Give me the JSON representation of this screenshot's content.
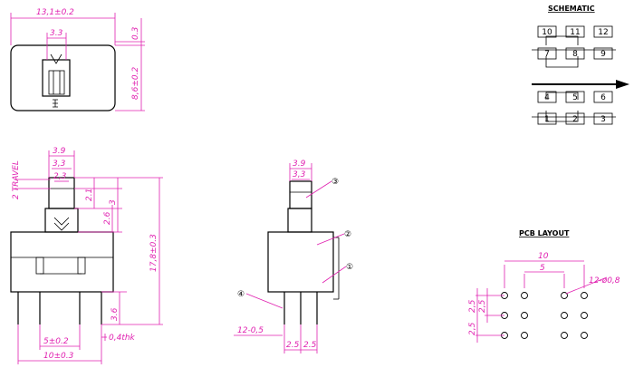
{
  "top_view": {
    "width": "13,1±0.2",
    "actuator_width": "3.3",
    "top_offset": "0.3",
    "height": "8,6±0.2"
  },
  "front_view": {
    "travel": "2 TRAVEL",
    "w39": "3.9",
    "w33": "3,3",
    "w23": "2,3",
    "d21": "2.1",
    "d3": "3",
    "d26": "2.6",
    "total_height": "17,8±0.3",
    "pin_len": "3.6",
    "pin_pitch": "5±0.2",
    "pin_span": "10±0.3",
    "thk": "0,4thk"
  },
  "side_view": {
    "w39": "3.9",
    "w33": "3,3",
    "pin_note": "12-0,5",
    "p1": "2.5",
    "p2": "2.5",
    "callouts": [
      "①",
      "②",
      "③",
      "④"
    ]
  },
  "schematic": {
    "title": "SCHEMATIC",
    "top_row": [
      "10",
      "11",
      "12"
    ],
    "second_row": [
      "7",
      "8",
      "9"
    ],
    "third_row": [
      "4",
      "5",
      "6"
    ],
    "bottom_row": [
      "1",
      "2",
      "3"
    ]
  },
  "pcb": {
    "title": "PCB LAYOUT",
    "w10": "10",
    "w5": "5",
    "hole_note": "12-ø0,8",
    "v1": "2,5",
    "v2": "2,5",
    "v3": "2,5"
  }
}
